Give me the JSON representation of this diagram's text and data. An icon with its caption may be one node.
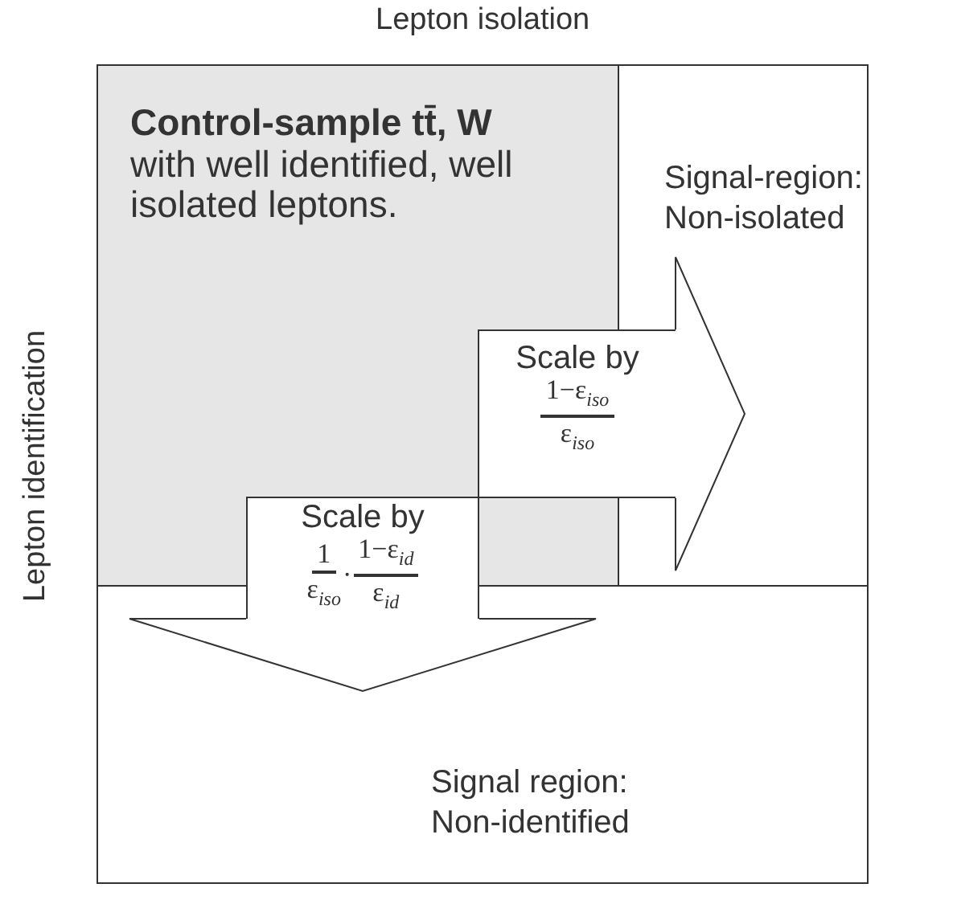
{
  "diagram": {
    "nodes": [
      {
        "text": [
          "Control-sample tt̄, W",
          "with well identified, well isolated leptons."
        ]
      },
      {
        "text": [
          "Signal-region: Non-isolated"
        ]
      },
      {
        "text": [
          "Signal region: Non-identified"
        ]
      },
      {
        "text": [
          "Scale by",
          "1−ε$_{iso}$",
          "ε$_{iso}$"
        ]
      },
      {
        "text": [
          "Scale by",
          "1",
          "ε$_{iso}$",
          "·",
          "1−ε$_{id}$",
          "ε$_{id}$"
        ]
      }
    ],
    "edges": [
      {
        "from": 3,
        "to": 1,
        "arrow": "to"
      },
      {
        "from": 4,
        "to": 2,
        "arrow": "to"
      }
    ],
    "labels": [
      "Lepton isolation",
      "Lepton identification"
    ]
  }
}
